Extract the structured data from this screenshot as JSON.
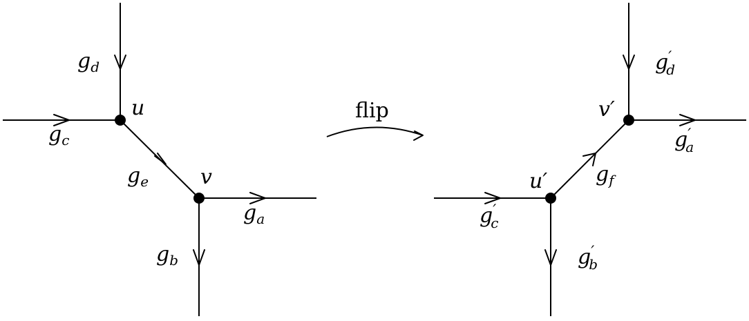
{
  "left": {
    "vertex_u": "u",
    "vertex_v": "v",
    "edges": {
      "gd": {
        "base": "g",
        "sub": "d"
      },
      "gc": {
        "base": "g",
        "sub": "c"
      },
      "ge": {
        "base": "g",
        "sub": "e"
      },
      "ga": {
        "base": "g",
        "sub": "a"
      },
      "gb": {
        "base": "g",
        "sub": "b"
      }
    }
  },
  "operation": {
    "label": "flip"
  },
  "right": {
    "vertex_u": "u′",
    "vertex_v": "v′",
    "edges": {
      "gd": {
        "base": "g",
        "sub": "d",
        "prime": "′"
      },
      "ga": {
        "base": "g",
        "sub": "a",
        "prime": "′"
      },
      "gf": {
        "base": "g",
        "sub": "f"
      },
      "gc": {
        "base": "g",
        "sub": "c",
        "prime": "′"
      },
      "gb": {
        "base": "g",
        "sub": "b",
        "prime": "′"
      }
    }
  }
}
